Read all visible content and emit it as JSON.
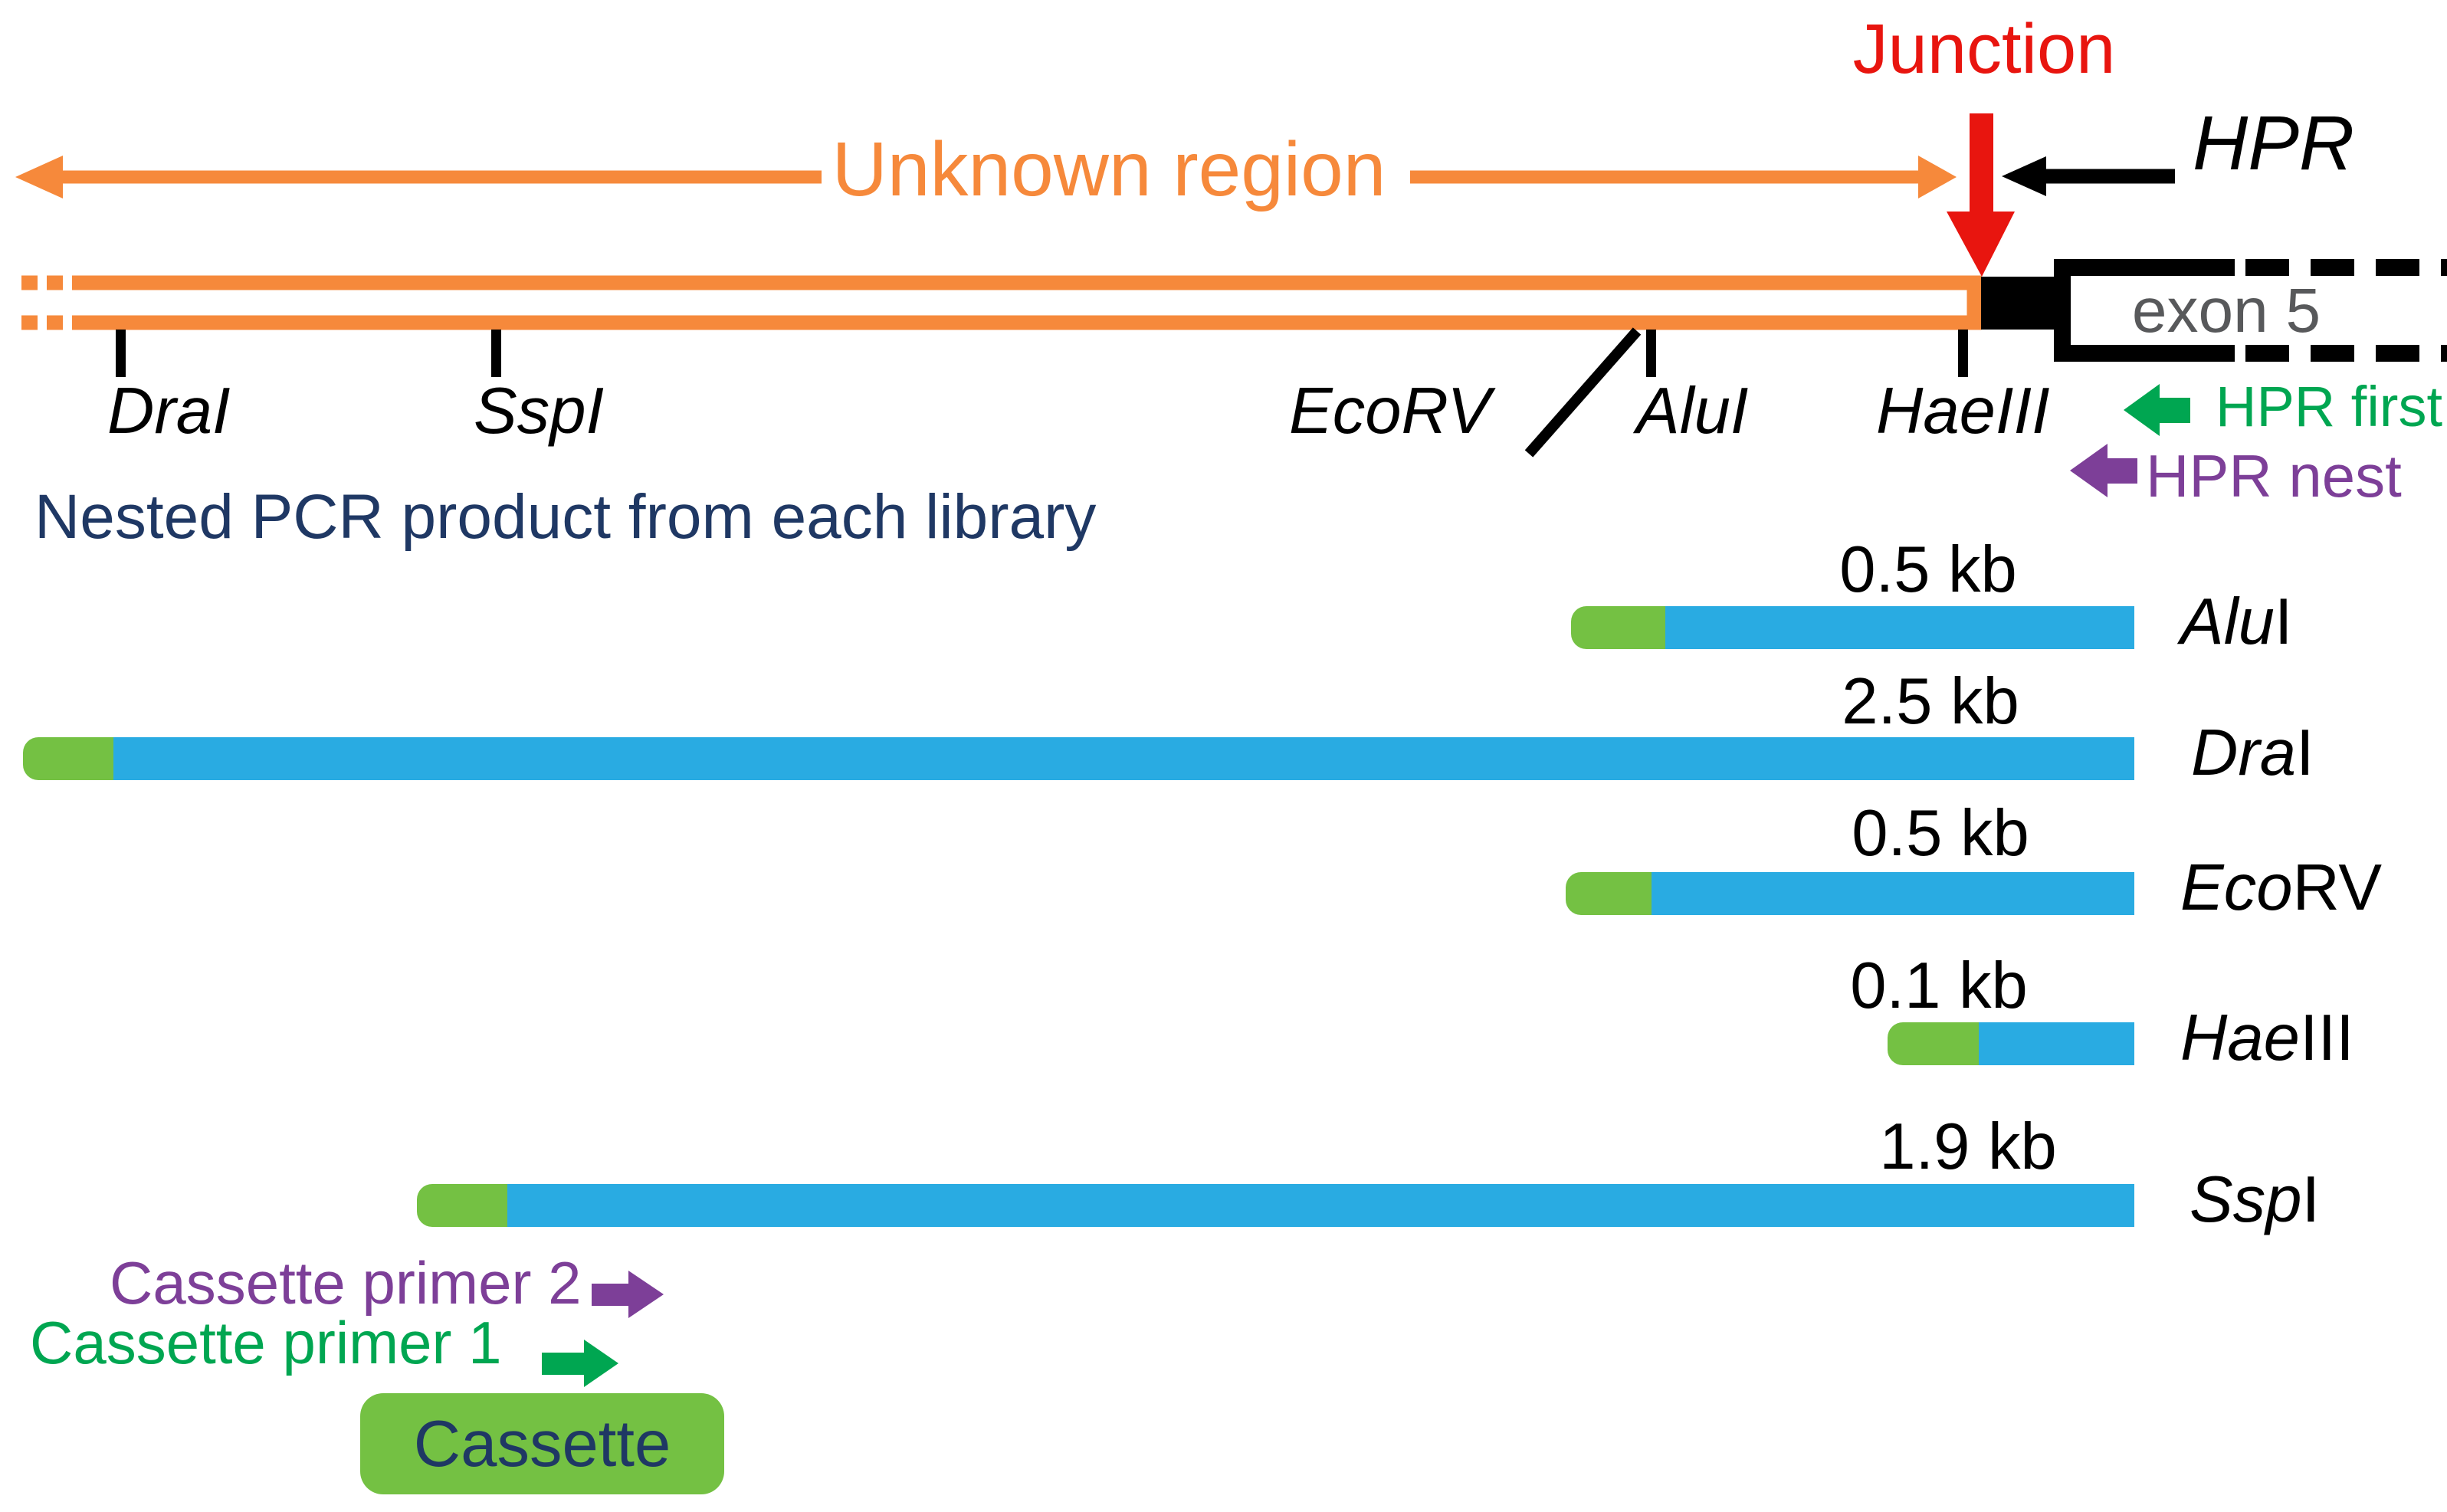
{
  "top": {
    "junction_label": "Junction",
    "unknown_region_label": "Unknown region",
    "hpr_label": "HPR",
    "exon_label": "exon 5",
    "hpr_first_label": "HPR first",
    "hpr_nest_label": "HPR nest"
  },
  "map_sites": [
    {
      "label": "DraI"
    },
    {
      "label": "SspI"
    },
    {
      "label": "EcoRV"
    },
    {
      "label": "AluI"
    },
    {
      "label": "HaeIII"
    }
  ],
  "section_title": "Nested PCR product from each library",
  "products": [
    {
      "enzyme_prefix": "Alu",
      "enzyme_suffix": "I",
      "size": "0.5 kb"
    },
    {
      "enzyme_prefix": "Dra",
      "enzyme_suffix": "I",
      "size": "2.5 kb"
    },
    {
      "enzyme_prefix": "Eco",
      "enzyme_suffix": "RV",
      "size": "0.5 kb"
    },
    {
      "enzyme_prefix": "Hae",
      "enzyme_suffix": "III",
      "size": "0.1 kb"
    },
    {
      "enzyme_prefix": "Ssp",
      "enzyme_suffix": "I",
      "size": "1.9 kb"
    }
  ],
  "cassette": {
    "primer2_label": "Cassette primer 2",
    "primer1_label": "Cassette primer 1",
    "box_label": "Cassette"
  },
  "colors": {
    "orange": "#F6893B",
    "red": "#E8150F",
    "sky_blue": "#29ABE2",
    "cassette_green": "#74C143",
    "primer_green": "#00A651",
    "primer_purple": "#7D3F98",
    "navy": "#1F3864",
    "exon_gray": "#58595B",
    "black": "#000000"
  }
}
